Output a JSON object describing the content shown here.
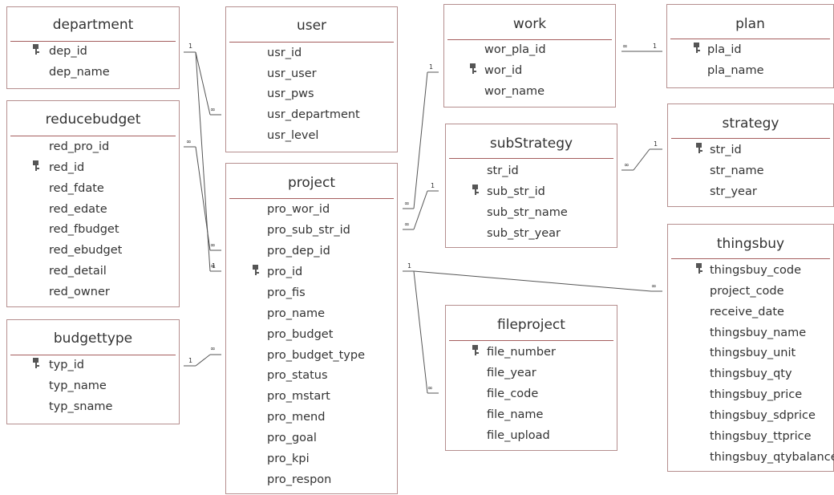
{
  "tables": {
    "department": {
      "title": "department",
      "fields": [
        "dep_id",
        "dep_name"
      ]
    },
    "user": {
      "title": "user",
      "fields": [
        "usr_id",
        "usr_user",
        "usr_pws",
        "usr_department",
        "usr_level"
      ]
    },
    "work": {
      "title": "work",
      "fields": [
        "wor_pla_id",
        "wor_id",
        "wor_name"
      ]
    },
    "plan": {
      "title": "plan",
      "fields": [
        "pla_id",
        "pla_name"
      ]
    },
    "reducebudget": {
      "title": "reducebudget",
      "fields": [
        "red_pro_id",
        "red_id",
        "red_fdate",
        "red_edate",
        "red_fbudget",
        "red_ebudget",
        "red_detail",
        "red_owner"
      ]
    },
    "subStrategy": {
      "title": "subStrategy",
      "fields": [
        "str_id",
        "sub_str_id",
        "sub_str_name",
        "sub_str_year"
      ]
    },
    "strategy": {
      "title": "strategy",
      "fields": [
        "str_id",
        "str_name",
        "str_year"
      ]
    },
    "project": {
      "title": "project",
      "fields": [
        "pro_wor_id",
        "pro_sub_str_id",
        "pro_dep_id",
        "pro_id",
        "pro_fis",
        "pro_name",
        "pro_budget",
        "pro_budget_type",
        "pro_status",
        "pro_mstart",
        "pro_mend",
        "pro_goal",
        "pro_kpi",
        "pro_respon"
      ]
    },
    "budgettype": {
      "title": "budgettype",
      "fields": [
        "typ_id",
        "typ_name",
        "typ_sname"
      ]
    },
    "thingsbuy": {
      "title": "thingsbuy",
      "fields": [
        "thingsbuy_code",
        "project_code",
        "receive_date",
        "thingsbuy_name",
        "thingsbuy_unit",
        "thingsbuy_qty",
        "thingsbuy_price",
        "thingsbuy_sdprice",
        "thingsbuy_ttprice",
        "thingsbuy_qtybalance"
      ]
    },
    "fileproject": {
      "title": "fileproject",
      "fields": [
        "file_number",
        "file_year",
        "file_code",
        "file_name",
        "file_upload"
      ]
    }
  },
  "cardinality": {
    "one": "1",
    "many": "∞"
  },
  "colors": {
    "border": "#b58e8e",
    "separator": "#a55e5e",
    "line": "#555555",
    "text": "#333333"
  },
  "icons": {
    "primary_key": "key-icon"
  }
}
